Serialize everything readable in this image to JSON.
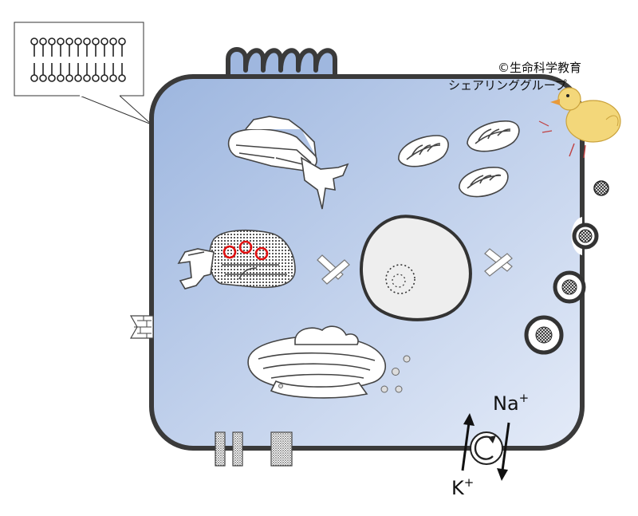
{
  "copyright": {
    "line1": "©生命科学教育",
    "line2": "シェアリンググループ"
  },
  "pump": {
    "sodium_label": "Na",
    "sodium_charge": "+",
    "potassium_label": "K",
    "potassium_charge": "+"
  },
  "colors": {
    "cytoplasm_light": "#dfe7f7",
    "cytoplasm_dark": "#9db6df",
    "membrane": "#3a3a3a",
    "ribosome_ring": "#e01010"
  }
}
